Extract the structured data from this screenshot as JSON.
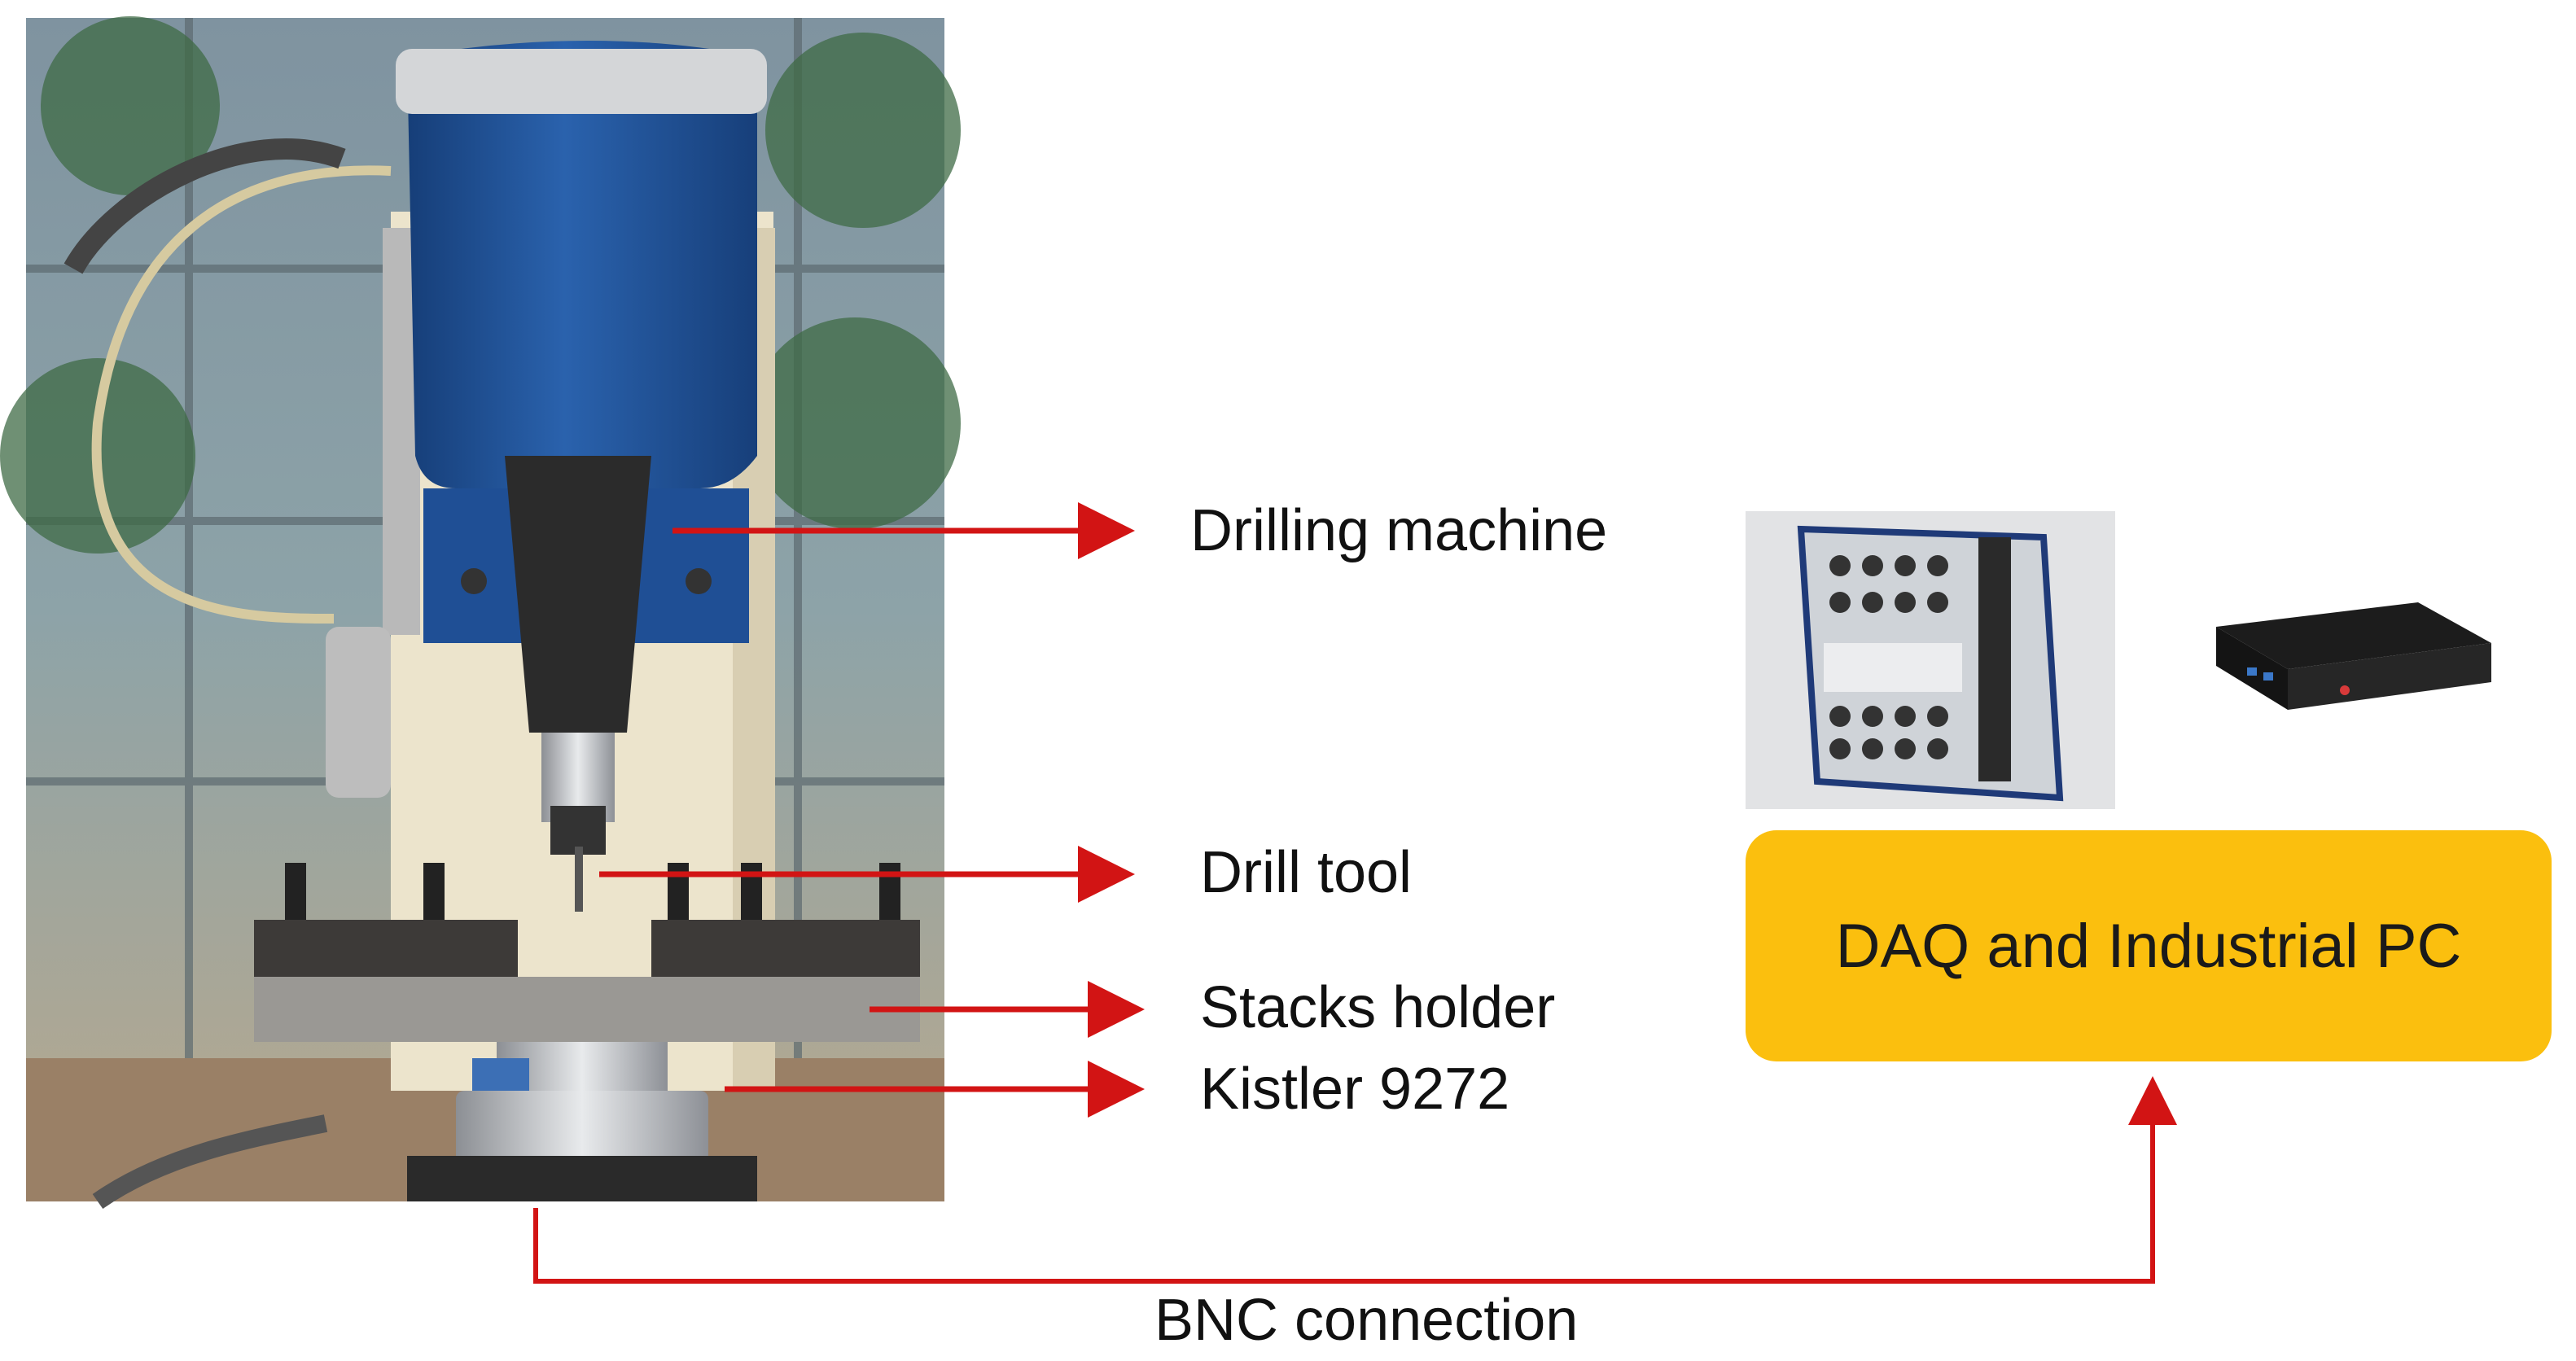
{
  "labels": {
    "drilling_machine": "Drilling machine",
    "drill_tool": "Drill tool",
    "stacks_holder": "Stacks holder",
    "kistler": "Kistler 9272",
    "daq_pc": "DAQ and Industrial PC",
    "bnc": "BNC connection"
  },
  "colors": {
    "arrow": "#d21414",
    "daq_box": "#fbbf0e",
    "machine_head": "#1d4d91",
    "column": "#ece4cc"
  },
  "icons": {
    "machine_photo": "drilling-machine-photo",
    "daq_device": "daq-device-icon",
    "industrial_pc": "industrial-pc-icon"
  }
}
